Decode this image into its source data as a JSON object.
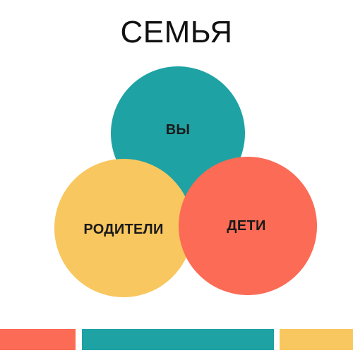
{
  "title": "СЕМЬЯ",
  "circles": {
    "you": {
      "label": "ВЫ",
      "color": "#1fa2a3"
    },
    "parents": {
      "label": "РОДИТЕЛИ",
      "color": "#f8c75f"
    },
    "children": {
      "label": "ДЕТИ",
      "color": "#fb6b55"
    }
  },
  "bars": [
    {
      "color": "#fb6b55"
    },
    {
      "color": "#1fa2a3"
    },
    {
      "color": "#f8c75f"
    }
  ]
}
